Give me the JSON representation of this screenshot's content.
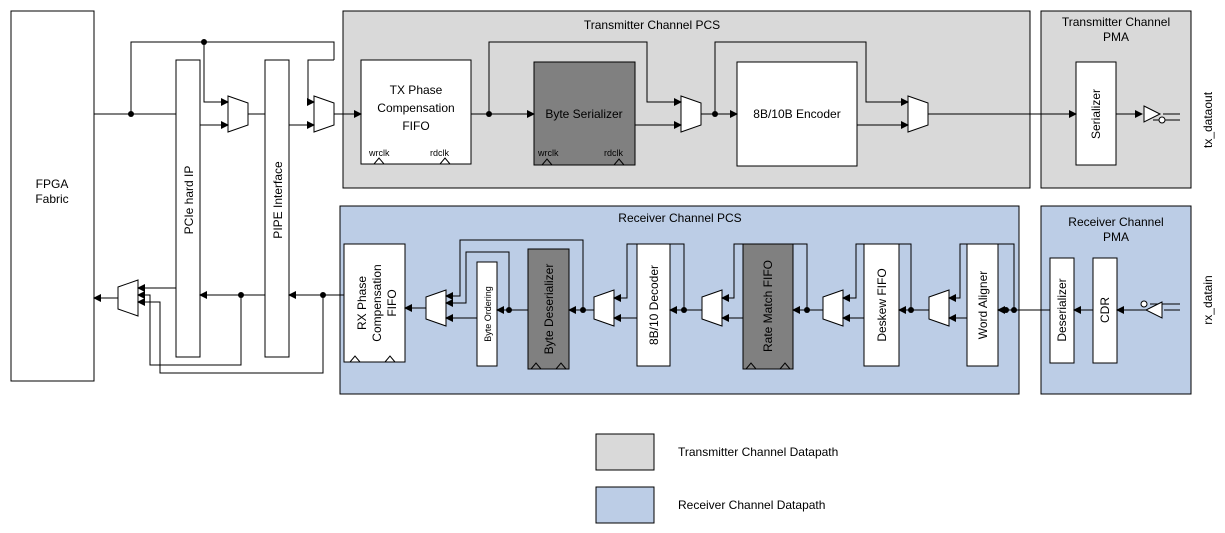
{
  "fpga": {
    "line1": "FPGA",
    "line2": "Fabric"
  },
  "pcie": {
    "label": "PCIe hard IP"
  },
  "pipe": {
    "label": "PIPE Interface"
  },
  "tx_pcs": {
    "title": "Transmitter Channel PCS",
    "phase_fifo": {
      "line1": "TX Phase",
      "line2": "Compensation",
      "line3": "FIFO",
      "wrclk": "wrclk",
      "rdclk": "rdclk"
    },
    "byte_serializer": {
      "label": "Byte Serializer",
      "wrclk": "wrclk",
      "rdclk": "rdclk"
    },
    "encoder": {
      "label": "8B/10B Encoder"
    }
  },
  "tx_pma": {
    "line1": "Transmitter Channel",
    "line2": "PMA",
    "serializer": "Serializer",
    "output": "tx_dataout"
  },
  "rx_pcs": {
    "title": "Receiver Channel PCS",
    "phase_fifo": {
      "line1": "RX Phase",
      "line2": "Compensation",
      "line3": "FIFO"
    },
    "byte_ordering": "Byte Ordering",
    "byte_deserializer": "Byte Deserializer",
    "decoder": "8B/10 Decoder",
    "rate_match": "Rate Match FIFO",
    "deskew": "Deskew FIFO",
    "word_aligner": "Word Aligner"
  },
  "rx_pma": {
    "line1": "Receiver Channel",
    "line2": "PMA",
    "deserializer": "Deserializer",
    "cdr": "CDR",
    "input": "rx_datain"
  },
  "legend": [
    {
      "label": "Transmitter Channel Datapath",
      "color": "#d9d9d9"
    },
    {
      "label": "Receiver Channel Datapath",
      "color": "#bccde6"
    }
  ]
}
